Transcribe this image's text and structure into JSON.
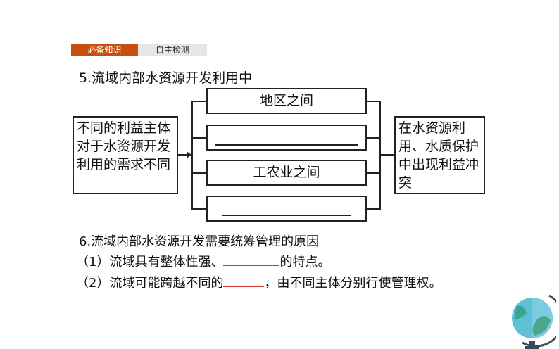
{
  "tabs": [
    {
      "label": "必备知识",
      "active": true
    },
    {
      "label": "自主检测",
      "active": false
    }
  ],
  "section5": {
    "title": "5.流域内部水资源开发利用中",
    "left_box": "不同的利益主体对于水资源开发利用的需求不同",
    "middle_boxes": [
      "地区之间",
      "",
      "工农业之间",
      ""
    ],
    "right_box": "在水资源利用、水质保护中出现利益冲突"
  },
  "section6": {
    "title": "6.流域内部水资源开发需要统筹管理的原因",
    "item1_prefix": "（1）流域具有整体性强、",
    "item1_suffix": "的特点。",
    "item2_prefix": "（2）流域可能跨越不同的",
    "item2_suffix": "，由不同主体分别行使管理权。"
  },
  "colors": {
    "active_tab": "#c8500f",
    "inactive_tab": "#e6e6e6",
    "blank": "#cc3333"
  }
}
